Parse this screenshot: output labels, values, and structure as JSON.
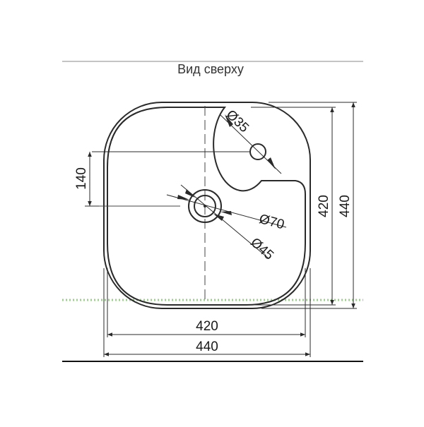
{
  "title": "Вид сверху",
  "dimensions": {
    "inner_width": "420",
    "outer_width": "440",
    "inner_height": "420",
    "outer_height": "440",
    "offset": "140",
    "drain_outer": "Ø70",
    "drain_inner": "Ø45",
    "tap_hole": "Ø35"
  },
  "colors": {
    "line": "#2a2a2a",
    "centerline": "#444444",
    "dim_text": "#1a1a1a",
    "watermark": "#9ccf8c"
  }
}
